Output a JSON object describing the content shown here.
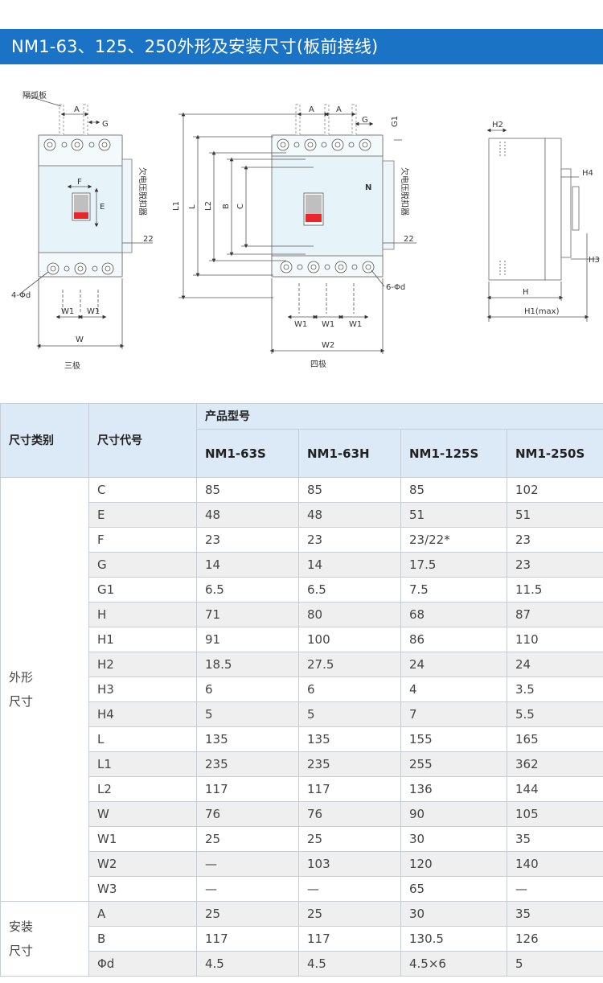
{
  "title": "NM1-63、125、250外形及安装尺寸(板前接线)",
  "drawing": {
    "three_pole": {
      "caption": "三极",
      "arc_plate_label": "隔弧板",
      "dim_A": "A",
      "dim_G": "G",
      "dim_F": "F",
      "dim_E": "E",
      "dim_22": "22",
      "hole_label": "4-Φd",
      "dim_W1a": "W1",
      "dim_W1b": "W1",
      "dim_W": "W",
      "release_label": "欠电压脱扣器"
    },
    "four_pole": {
      "caption": "四极",
      "dim_A1": "A",
      "dim_A2": "A",
      "dim_G": "G",
      "dim_G1": "G1",
      "dim_L1": "L1",
      "dim_L": "L",
      "dim_L2": "L2",
      "dim_B": "B",
      "dim_C": "C",
      "neutral": "N",
      "dim_22": "22",
      "hole_label": "6-Φd",
      "dim_W1a": "W1",
      "dim_W1b": "W1",
      "dim_W1c": "W1",
      "dim_W2": "W2",
      "release_label": "欠电压脱扣器"
    },
    "side_view": {
      "dim_H2": "H2",
      "dim_H4": "H4",
      "dim_H3": "H3",
      "dim_H": "H",
      "dim_H1": "H1(max)"
    }
  },
  "table": {
    "col_category": "尺寸类别",
    "col_code": "尺寸代号",
    "col_models_group": "产品型号",
    "models": [
      "NM1-63S",
      "NM1-63H",
      "NM1-125S",
      "NM1-250S"
    ],
    "groups": [
      {
        "name_line1": "外形",
        "name_line2": "尺寸",
        "rows": [
          {
            "code": "C",
            "values": [
              "85",
              "85",
              "85",
              "102"
            ]
          },
          {
            "code": "E",
            "values": [
              "48",
              "48",
              "51",
              "51"
            ]
          },
          {
            "code": "F",
            "values": [
              "23",
              "23",
              "23/22*",
              "23"
            ]
          },
          {
            "code": "G",
            "values": [
              "14",
              "14",
              "17.5",
              "23"
            ]
          },
          {
            "code": "G1",
            "values": [
              "6.5",
              "6.5",
              "7.5",
              "11.5"
            ]
          },
          {
            "code": "H",
            "values": [
              "71",
              "80",
              "68",
              "87"
            ]
          },
          {
            "code": "H1",
            "values": [
              "91",
              "100",
              "86",
              "110"
            ]
          },
          {
            "code": "H2",
            "values": [
              "18.5",
              "27.5",
              "24",
              "24"
            ]
          },
          {
            "code": "H3",
            "values": [
              "6",
              "6",
              "4",
              "3.5"
            ]
          },
          {
            "code": "H4",
            "values": [
              "5",
              "5",
              "7",
              "5.5"
            ]
          },
          {
            "code": "L",
            "values": [
              "135",
              "135",
              "155",
              "165"
            ]
          },
          {
            "code": "L1",
            "values": [
              "235",
              "235",
              "255",
              "362"
            ]
          },
          {
            "code": "L2",
            "values": [
              "117",
              "117",
              "136",
              "144"
            ]
          },
          {
            "code": "W",
            "values": [
              "76",
              "76",
              "90",
              "105"
            ]
          },
          {
            "code": "W1",
            "values": [
              "25",
              "25",
              "30",
              "35"
            ]
          },
          {
            "code": "W2",
            "values": [
              "—",
              "103",
              "120",
              "140"
            ]
          },
          {
            "code": "W3",
            "values": [
              "—",
              "—",
              "65",
              "—"
            ]
          }
        ]
      },
      {
        "name_line1": "安装",
        "name_line2": "尺寸",
        "rows": [
          {
            "code": "A",
            "values": [
              "25",
              "25",
              "30",
              "35"
            ]
          },
          {
            "code": "B",
            "values": [
              "117",
              "117",
              "130.5",
              "126"
            ]
          },
          {
            "code": "Φd",
            "values": [
              "4.5",
              "4.5",
              "4.5×6",
              "5"
            ]
          }
        ]
      }
    ]
  },
  "colors": {
    "header_bg": "#1a73c4",
    "table_header_bg": "#dce9f7",
    "row_stripe": "#efefef",
    "breaker_body": "#e6f3f9",
    "handle_red": "#e8262b"
  }
}
